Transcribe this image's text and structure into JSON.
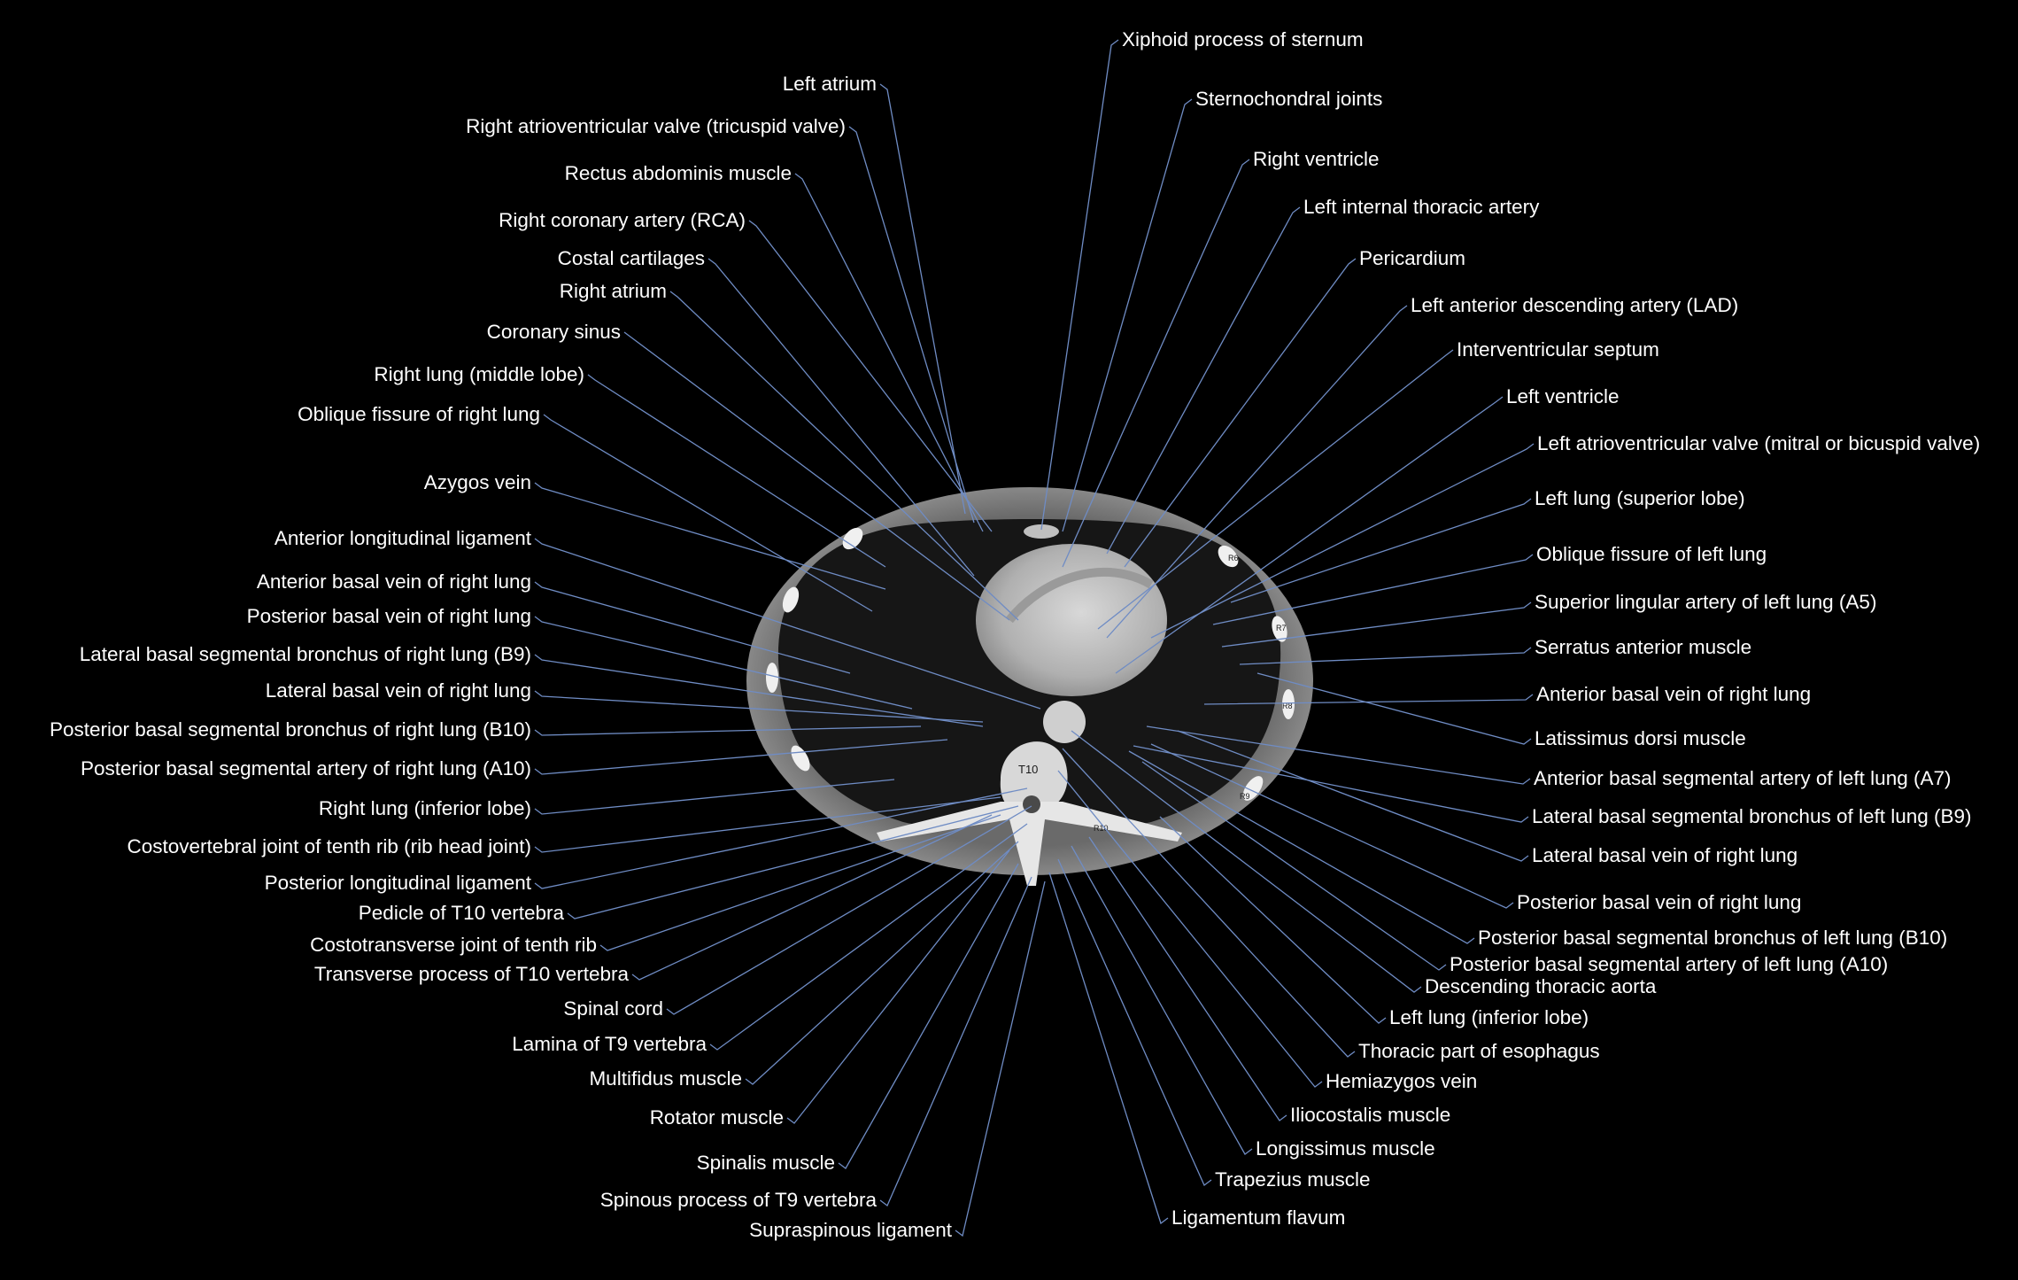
{
  "colors": {
    "background": "#000000",
    "text": "#ffffff",
    "leader": "#6f8cc4"
  },
  "ct_image": {
    "vertebra_label": "T10",
    "rib_labels": [
      "R6",
      "R7",
      "R8",
      "R9",
      "R10"
    ]
  },
  "labels_left": [
    "Left atrium",
    "Right atrioventricular valve (tricuspid valve)",
    "Rectus abdominis muscle",
    "Right coronary artery (RCA)",
    "Costal cartilages",
    "Right atrium",
    "Coronary sinus",
    "Right lung (middle lobe)",
    "Oblique fissure of right lung",
    "Azygos vein",
    "Anterior longitudinal ligament",
    "Anterior basal vein of right lung",
    "Posterior basal vein of right lung",
    "Lateral basal segmental bronchus of right lung (B9)",
    "Lateral basal vein of right lung",
    "Posterior basal segmental bronchus of right lung (B10)",
    "Posterior basal segmental artery of right lung (A10)",
    "Right lung (inferior lobe)",
    "Costovertebral joint of tenth rib (rib head joint)",
    "Posterior longitudinal ligament",
    "Pedicle of T10 vertebra",
    "Costotransverse joint of tenth rib",
    "Transverse process of T10 vertebra",
    "Spinal cord",
    "Lamina of T9 vertebra",
    "Multifidus muscle",
    "Rotator muscle",
    "Spinalis muscle",
    "Spinous process of T9 vertebra",
    "Supraspinous ligament"
  ],
  "labels_right": [
    "Xiphoid process of sternum",
    "Sternochondral joints",
    "Right ventricle",
    "Left internal thoracic artery",
    "Pericardium",
    "Left anterior descending artery (LAD)",
    "Interventricular septum",
    "Left ventricle",
    "Left atrioventricular valve (mitral or bicuspid valve)",
    "Left lung (superior lobe)",
    "Oblique fissure of left lung",
    "Superior lingular artery of left lung (A5)",
    "Serratus anterior muscle",
    "Anterior basal vein of right lung",
    "Latissimus dorsi muscle",
    "Anterior basal segmental artery of left lung (A7)",
    "Lateral basal segmental bronchus of left lung (B9)",
    "Lateral basal vein of right lung",
    "Posterior basal vein of right lung",
    "Posterior basal segmental bronchus of left lung (B10)",
    "Posterior basal segmental artery of left lung (A10)",
    "Descending thoracic aorta",
    "Left lung (inferior lobe)",
    "Thoracic part of esophagus",
    "Hemiazygos vein",
    "Iliocostalis muscle",
    "Longissimus muscle",
    "Trapezius muscle",
    "Ligamentum flavum"
  ]
}
